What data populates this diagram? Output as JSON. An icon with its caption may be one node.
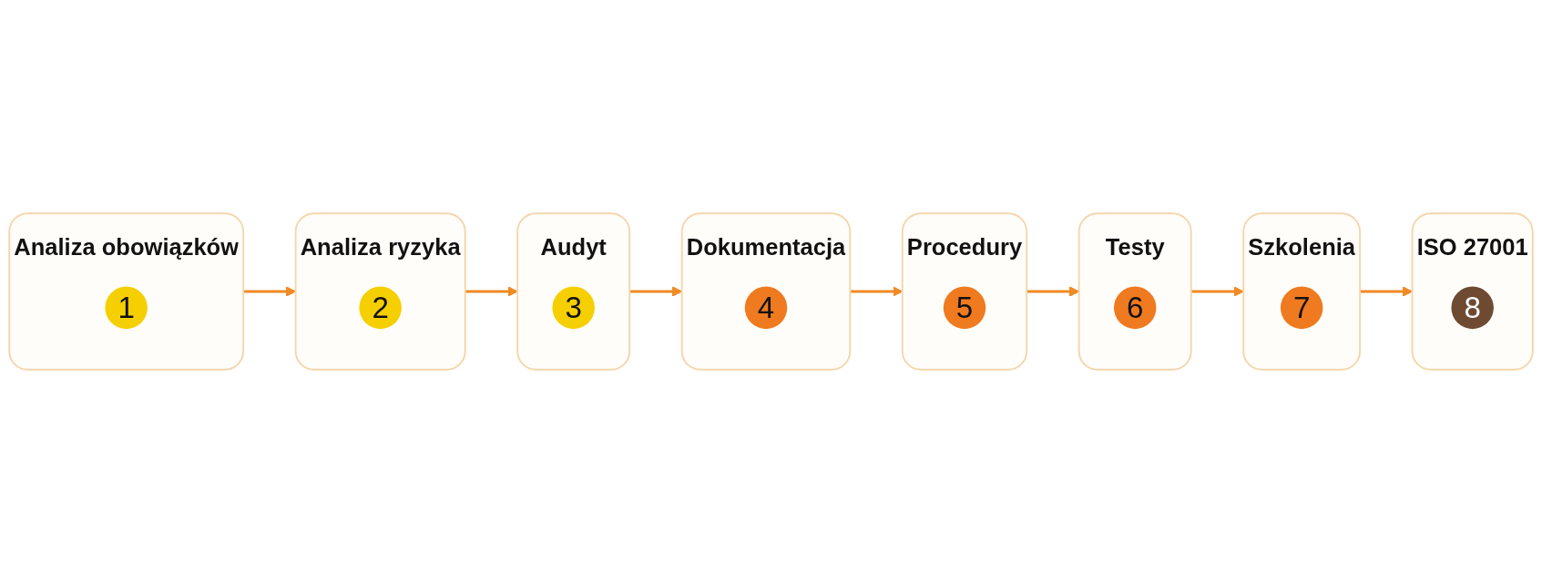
{
  "diagram": {
    "nodes": [
      {
        "text": [
          "Analiza obowiązków"
        ]
      },
      {
        "text": [
          "1"
        ],
        "in": 0
      },
      {
        "text": [
          "Analiza ryzyka"
        ]
      },
      {
        "text": [
          "2"
        ],
        "in": 2
      },
      {
        "text": [
          "Audyt"
        ]
      },
      {
        "text": [
          "3"
        ],
        "in": 4
      },
      {
        "text": [
          "Dokumentacja"
        ]
      },
      {
        "text": [
          "4"
        ],
        "in": 6
      },
      {
        "text": [
          "Procedury"
        ]
      },
      {
        "text": [
          "5"
        ],
        "in": 8
      },
      {
        "text": [
          "Testy"
        ]
      },
      {
        "text": [
          "6"
        ],
        "in": 10
      },
      {
        "text": [
          "Szkolenia"
        ]
      },
      {
        "text": [
          "7"
        ],
        "in": 12
      },
      {
        "text": [
          "ISO 27001"
        ]
      },
      {
        "text": [
          "8"
        ],
        "in": 14
      }
    ],
    "edges": [
      {
        "from": 0,
        "to": 2,
        "arrow": "to"
      },
      {
        "from": 2,
        "to": 4,
        "arrow": "to"
      },
      {
        "from": 4,
        "to": 6,
        "arrow": "to"
      },
      {
        "from": 6,
        "to": 8,
        "arrow": "to"
      },
      {
        "from": 8,
        "to": 10,
        "arrow": "to"
      },
      {
        "from": 10,
        "to": 12,
        "arrow": "to"
      },
      {
        "from": 12,
        "to": 14,
        "arrow": "to"
      }
    ]
  }
}
